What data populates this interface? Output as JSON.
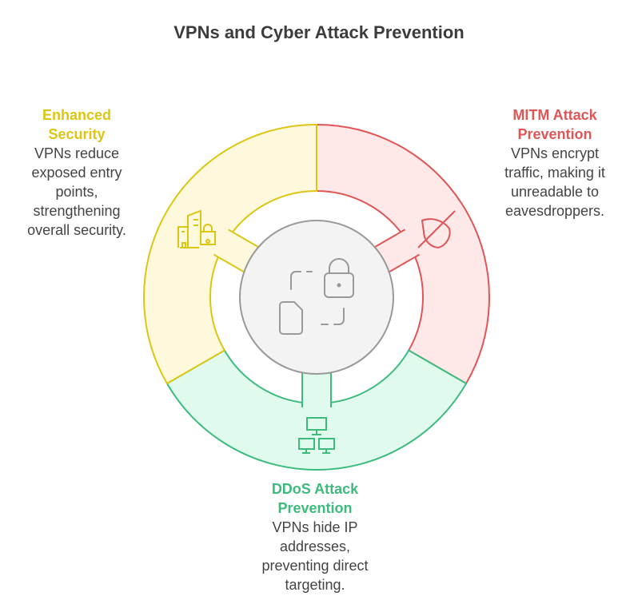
{
  "title": "VPNs and Cyber Attack Prevention",
  "segments": {
    "left": {
      "heading": "Enhanced\nSecurity",
      "description": "VPNs reduce\nexposed entry\npoints,\nstrengthening\noverall security.",
      "color": "#dcc612",
      "fill": "#fef9dc",
      "icon": "building-lock-icon"
    },
    "right": {
      "heading": "MITM Attack\nPrevention",
      "description": "VPNs encrypt\ntraffic, making it\nunreadable to\neavesdroppers.",
      "color": "#e05555",
      "fill": "#ffe8e8",
      "icon": "shield-off-icon"
    },
    "bottom": {
      "heading": "DDoS Attack\nPrevention",
      "description": "VPNs hide IP\naddresses,\npreventing direct\ntargeting.",
      "color": "#3dbb7d",
      "fill": "#e0fbee",
      "icon": "network-icon"
    }
  },
  "center": {
    "icon": "file-lock-transfer-icon",
    "fill": "#f3f3f3",
    "stroke": "#999999"
  }
}
